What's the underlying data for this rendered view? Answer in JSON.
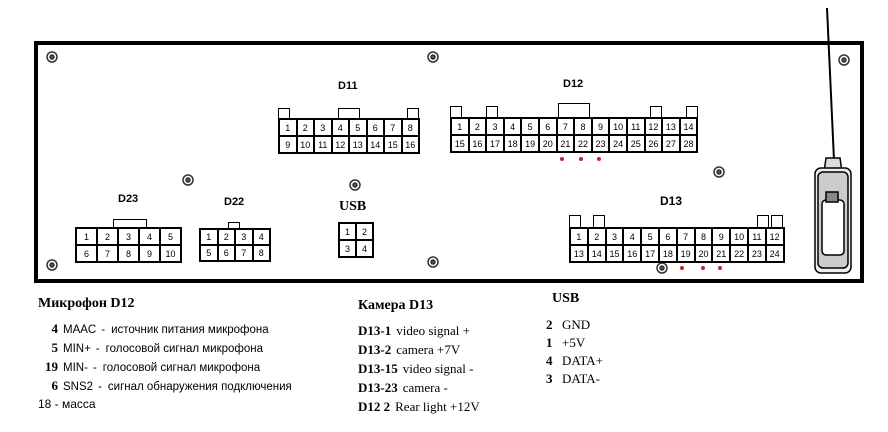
{
  "connectors": {
    "d11": {
      "label": "D11",
      "row1": [
        "1",
        "2",
        "3",
        "4",
        "5",
        "6",
        "7",
        "8"
      ],
      "row2": [
        "9",
        "10",
        "11",
        "12",
        "13",
        "14",
        "15",
        "16"
      ]
    },
    "d12": {
      "label": "D12",
      "row1": [
        "1",
        "2",
        "3",
        "4",
        "5",
        "6",
        "7",
        "8",
        "9",
        "10",
        "11",
        "12",
        "13",
        "14"
      ],
      "row2": [
        "15",
        "16",
        "17",
        "18",
        "19",
        "20",
        "21",
        "22",
        "23",
        "24",
        "25",
        "26",
        "27",
        "28"
      ]
    },
    "d23": {
      "label": "D23",
      "row1": [
        "1",
        "2",
        "3",
        "4",
        "5"
      ],
      "row2": [
        "6",
        "7",
        "8",
        "9",
        "10"
      ]
    },
    "d22": {
      "label": "D22",
      "row1": [
        "1",
        "2",
        "3",
        "4"
      ],
      "row2": [
        "5",
        "6",
        "7",
        "8"
      ]
    },
    "usb": {
      "label": "USB",
      "row1": [
        "1",
        "2"
      ],
      "row2": [
        "3",
        "4"
      ]
    },
    "d13": {
      "label": "D13",
      "row1": [
        "1",
        "2",
        "3",
        "4",
        "5",
        "6",
        "7",
        "8",
        "9",
        "10",
        "11",
        "12"
      ],
      "row2": [
        "13",
        "14",
        "15",
        "16",
        "17",
        "18",
        "19",
        "20",
        "21",
        "22",
        "23",
        "24"
      ]
    }
  },
  "notes": {
    "mic": {
      "title": "Микрофон D12",
      "items": [
        {
          "pin": "4",
          "name": "MAAC",
          "sep": "-",
          "desc": "источник питания микрофона"
        },
        {
          "pin": "5",
          "name": "MIN+",
          "sep": "-",
          "desc": "голосовой сигнал микрофона"
        },
        {
          "pin": "19",
          "name": "MIN-",
          "sep": "-",
          "desc": "голосовой сигнал микрофона"
        },
        {
          "pin": "6",
          "name": "SNS2",
          "sep": "-",
          "desc": "сигнал обнаружения подключения"
        }
      ],
      "extra": "18 - масса"
    },
    "camera": {
      "title": "Камера D13",
      "items": [
        {
          "pin": "D13-1",
          "desc": "video signal +"
        },
        {
          "pin": "D13-2",
          "desc": "camera +7V"
        },
        {
          "pin": "D13-15",
          "desc": "video signal -"
        },
        {
          "pin": "D13-23",
          "desc": "camera -"
        },
        {
          "pin": "D12 2",
          "desc": "Rear light +12V"
        }
      ]
    },
    "usb": {
      "title": "USB",
      "items": [
        {
          "pin": "2",
          "desc": "GND"
        },
        {
          "pin": "1",
          "desc": "+5V"
        },
        {
          "pin": "4",
          "desc": "DATA+"
        },
        {
          "pin": "3",
          "desc": "DATA-"
        }
      ]
    }
  },
  "colors": {
    "line": "#000000",
    "marker": "#cc2222",
    "panel": "#ffffff",
    "screw": "#555555"
  }
}
